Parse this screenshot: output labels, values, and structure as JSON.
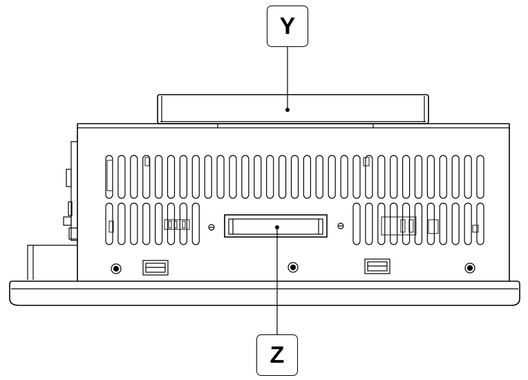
{
  "callouts": [
    {
      "id": "y",
      "label": "Y"
    },
    {
      "id": "z",
      "label": "Z"
    }
  ],
  "colors": {
    "stroke": "#000000",
    "background": "#ffffff"
  }
}
